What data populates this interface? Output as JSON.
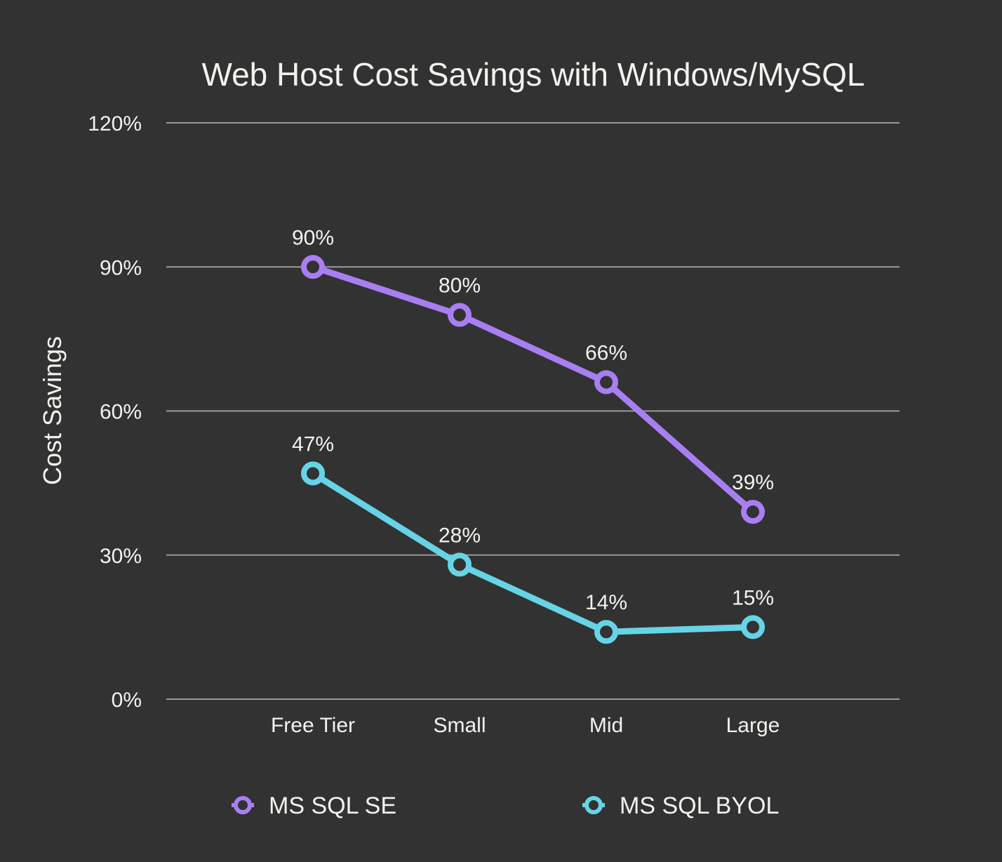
{
  "chart_data": {
    "type": "line",
    "title": "Web Host Cost Savings with Windows/MySQL",
    "ylabel": "Cost Savings",
    "xlabel": "",
    "categories": [
      "Free Tier",
      "Small",
      "Mid",
      "Large"
    ],
    "ylim": [
      0,
      120
    ],
    "yticks": [
      0,
      30,
      60,
      90,
      120
    ],
    "ytick_labels": [
      "0%",
      "30%",
      "60%",
      "90%",
      "120%"
    ],
    "grid": true,
    "legend_position": "bottom",
    "series": [
      {
        "name": "MS SQL SE",
        "color": "#a77ff2",
        "values": [
          90,
          80,
          66,
          39
        ],
        "labels": [
          "90%",
          "80%",
          "66%",
          "39%"
        ]
      },
      {
        "name": "MS SQL BYOL",
        "color": "#66d4e6",
        "values": [
          47,
          28,
          14,
          15
        ],
        "labels": [
          "47%",
          "28%",
          "14%",
          "15%"
        ]
      }
    ],
    "colors": {
      "background": "#323232",
      "text": "#f2f2ee",
      "grid": "#9a9a9a"
    }
  }
}
